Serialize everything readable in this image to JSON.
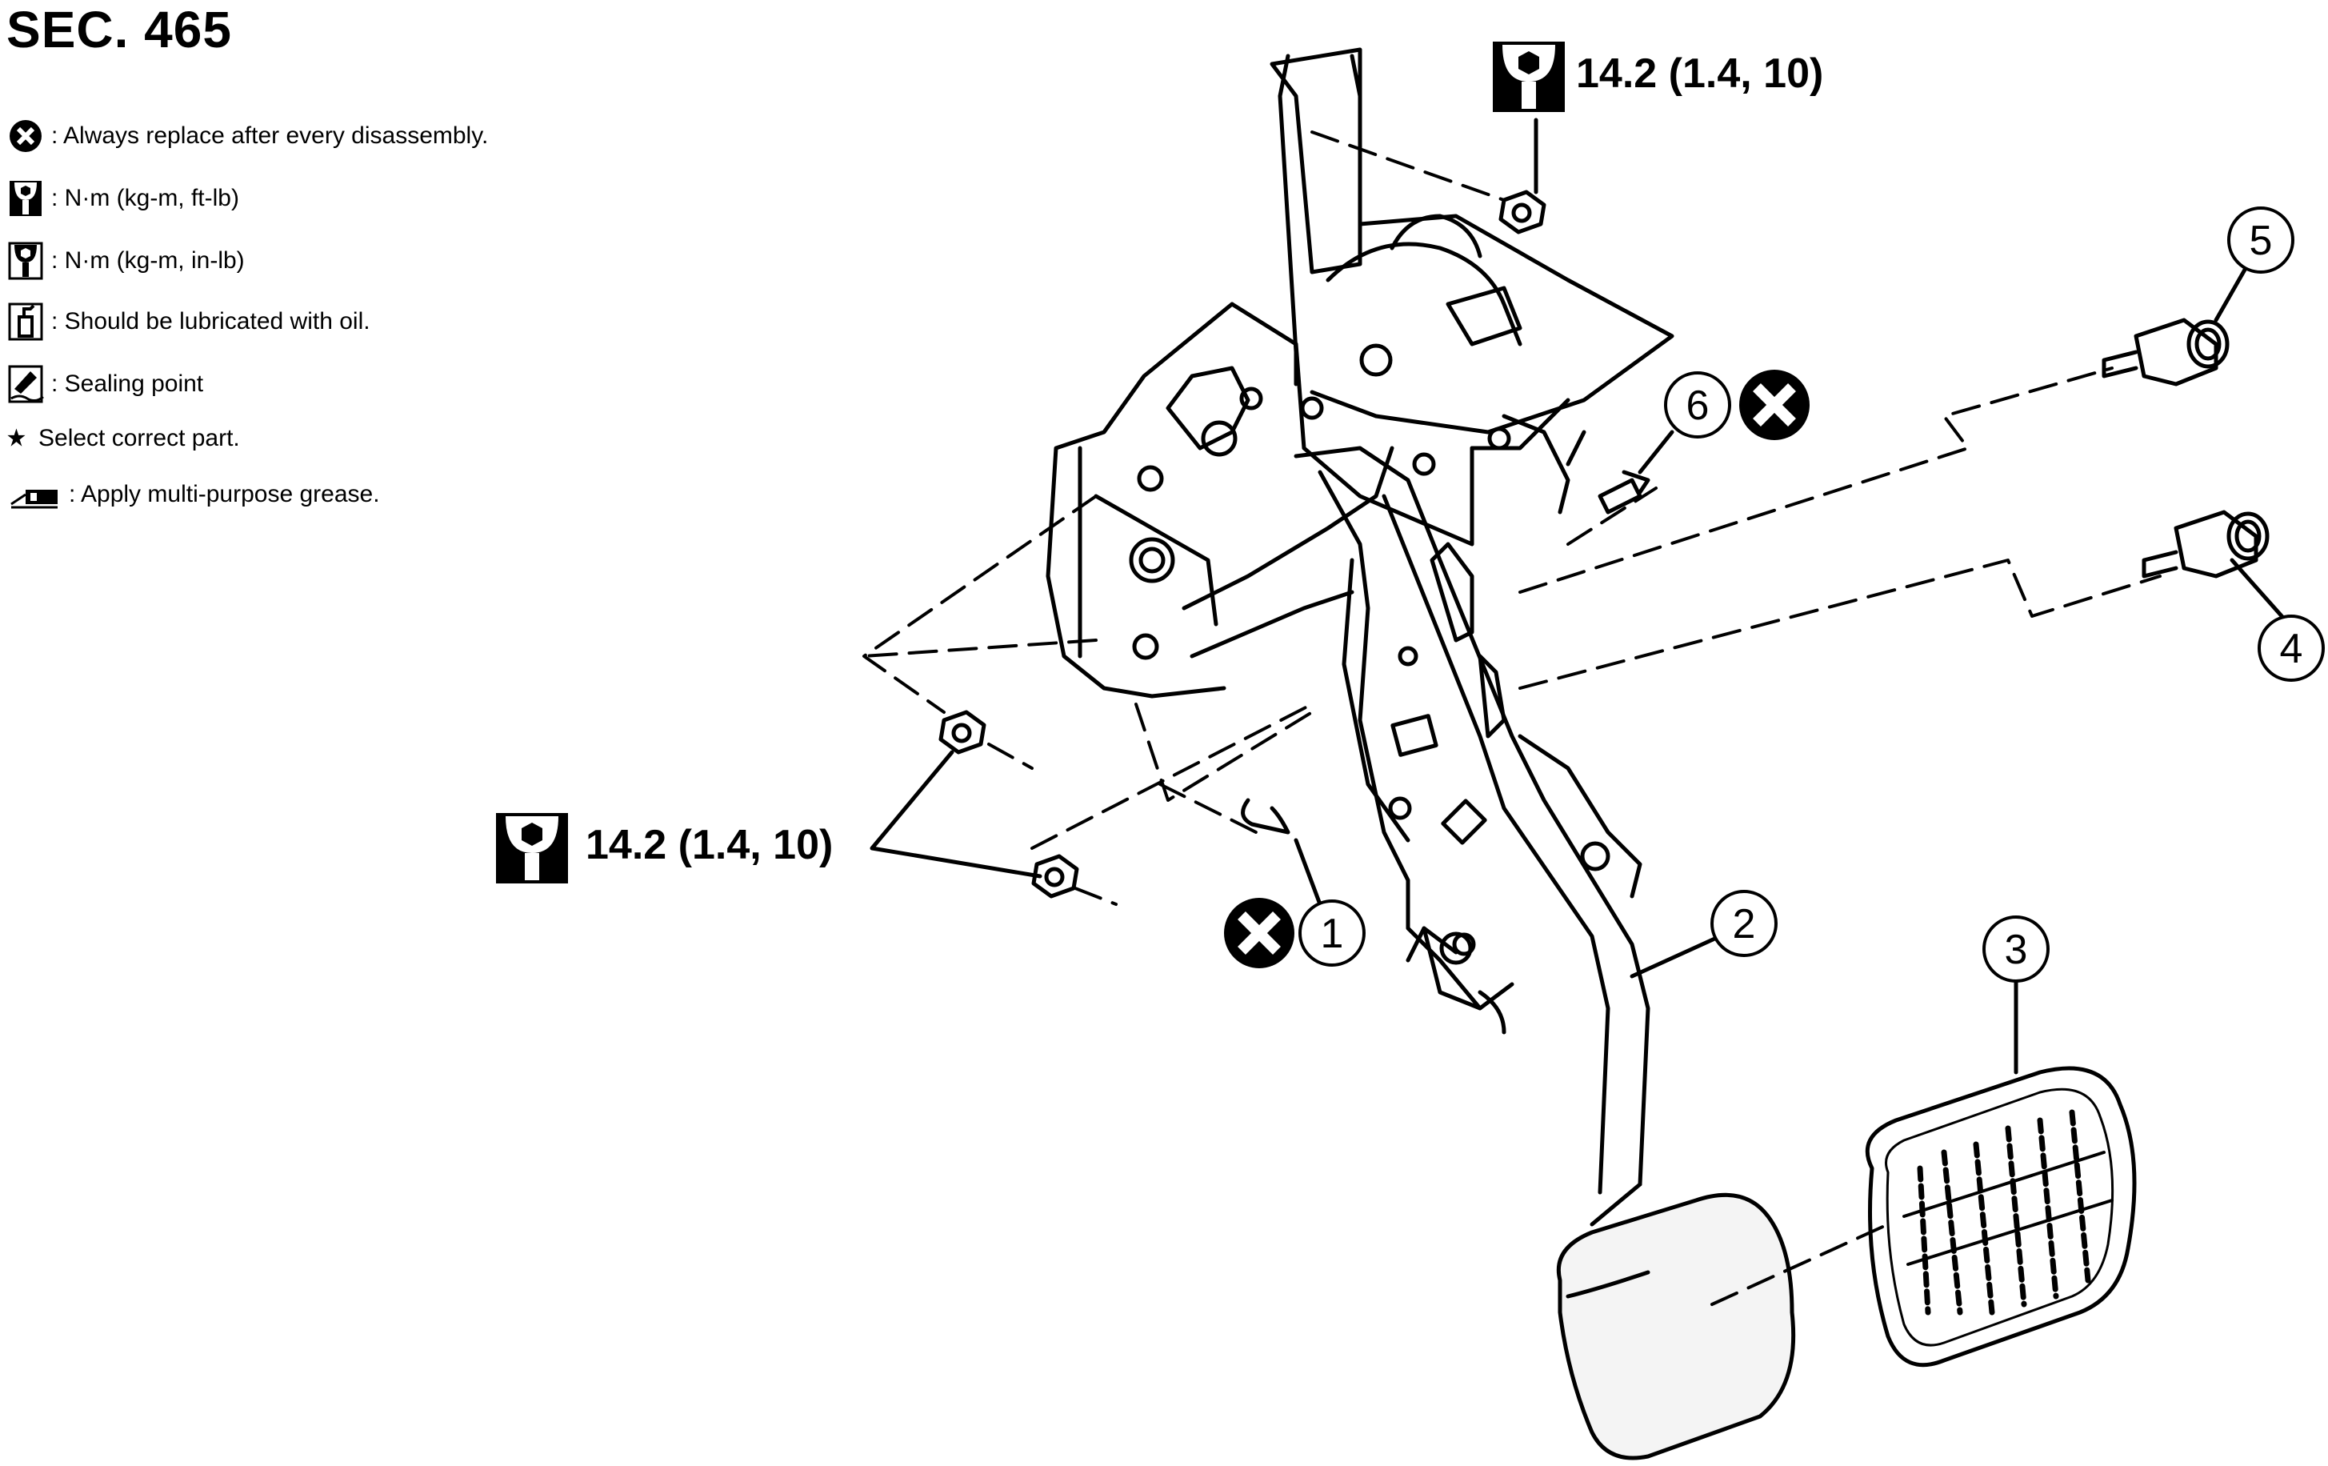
{
  "title": "SEC. 465",
  "legend": [
    {
      "icon": "replace-x-icon",
      "text": ": Always replace after every disassembly."
    },
    {
      "icon": "torque-wrench-icon",
      "text": ": N·m (kg-m, ft-lb)"
    },
    {
      "icon": "torque-wrench-inlb-icon",
      "text": ": N·m (kg-m, in-lb)"
    },
    {
      "icon": "oil-can-icon",
      "text": ": Should be lubricated with oil."
    },
    {
      "icon": "sealant-icon",
      "text": ": Sealing point"
    },
    {
      "icon": "star-icon",
      "text": "Select correct part."
    },
    {
      "icon": "grease-gun-icon",
      "text": ": Apply multi-purpose grease."
    }
  ],
  "torque_specs": [
    {
      "id": "top",
      "icon": "torque-wrench-icon",
      "text": "14.2 (1.4, 10)"
    },
    {
      "id": "left",
      "icon": "torque-wrench-icon",
      "text": "14.2 (1.4, 10)"
    }
  ],
  "callouts": [
    {
      "number": "1",
      "replace": true
    },
    {
      "number": "2",
      "replace": false
    },
    {
      "number": "3",
      "replace": false
    },
    {
      "number": "4",
      "replace": false
    },
    {
      "number": "5",
      "replace": false
    },
    {
      "number": "6",
      "replace": true
    }
  ],
  "colors": {
    "line": "#000000",
    "background": "#ffffff",
    "pad": "#f0f0f0"
  }
}
